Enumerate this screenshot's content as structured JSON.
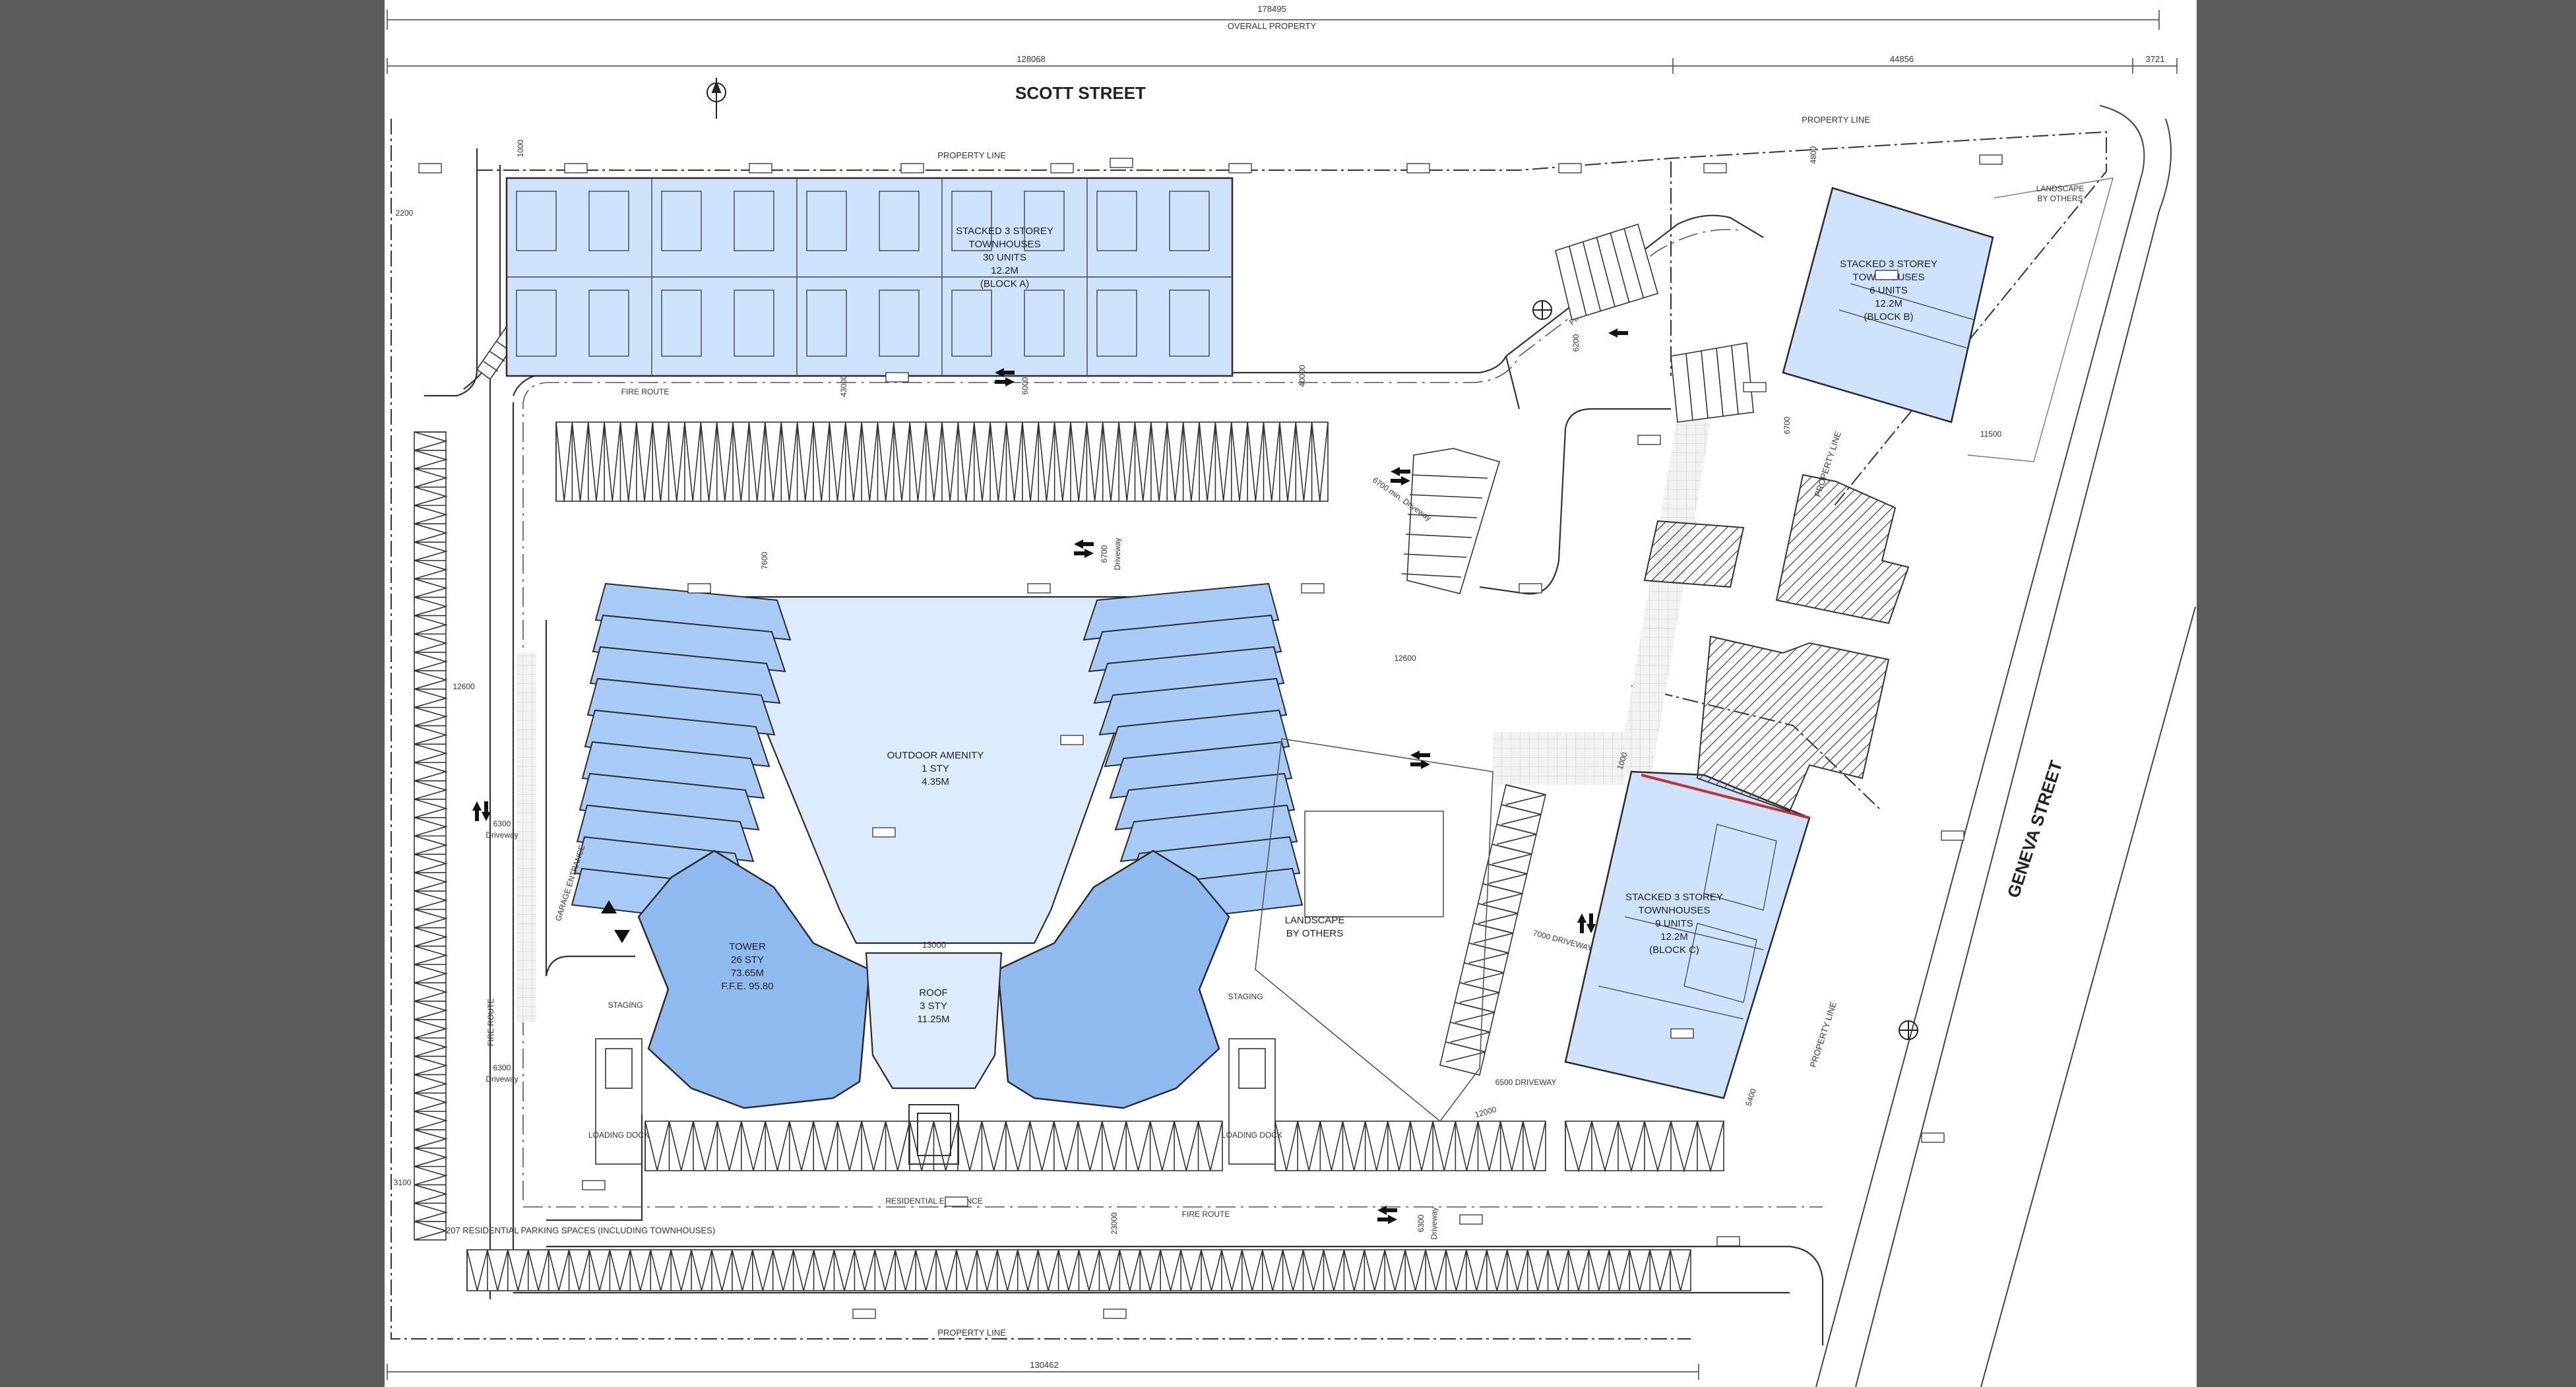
{
  "colors": {
    "background": "#5b5b5b",
    "sheet": "#ffffff",
    "townhouse_fill": "#cfe2fb",
    "tower_fill": "#8fbaf0",
    "amenity_fill": "#dcecfc",
    "line": "#2b2b2b",
    "hatch": "#444444"
  },
  "dimensions": {
    "overall_width": "178495",
    "overall_label": "OVERALL PROPERTY",
    "north_left": "128068",
    "north_right": "44856",
    "north_corner": "3721",
    "south_width": "130462",
    "offset_top": "1000",
    "offset_left": "2200",
    "offset_west": "12600",
    "offset_sw": "3100",
    "drive_block_a": "6000",
    "block_a_depth": "43000",
    "block_a_depth2": "40000",
    "west_aisle": "7600",
    "drive_mid": "6700",
    "drive_mid_label": "Driveway",
    "east_drive": "6700 min. Driveway",
    "east_aisle": "12600",
    "block_b_side": "4800",
    "block_b_gap": "6700",
    "block_b_east": "11500",
    "block_c_top": "1000",
    "block_c_drive": "7000 DRIVEWAY",
    "block_c_bottom": "6500 DRIVEWAY",
    "block_c_corner": "5400",
    "block_c_sw": "12000",
    "roof_width": "13000",
    "south_depth": "23000",
    "south_drive": "6300",
    "south_drive_label": "Driveway",
    "west_drive_1": "6300",
    "west_drive_1_label": "Driveway",
    "west_drive_2": "6300",
    "west_drive_2_label": "Driveway",
    "block_b_drive": "6200"
  },
  "streets": {
    "north": "SCOTT STREET",
    "east": "GENEVA STREET"
  },
  "labels": {
    "property_line": "PROPERTY LINE",
    "fire_route": "FIRE ROUTE",
    "fire_route_split": "FIRE ROUTE",
    "driveway": "Driveway",
    "staging": "STAGING",
    "loading": "LOADING DOCK",
    "garage_entrance": "GARAGE ENTRANCE",
    "residential_entrance": "RESIDENTIAL ENTRANCE",
    "parking_count": "207 RESIDENTIAL PARKING SPACES (INCLUDING TOWNHOUSES)"
  },
  "buildings": {
    "block_a": [
      "STACKED 3 STOREY",
      "TOWNHOUSES",
      "30 UNITS",
      "12.2M",
      "(BLOCK A)"
    ],
    "block_b": [
      "STACKED 3 STOREY",
      "TOWNHOUSES",
      "6 UNITS",
      "12.2M",
      "(BLOCK B)"
    ],
    "block_c": [
      "STACKED 3 STOREY",
      "TOWNHOUSES",
      "9 UNITS",
      "12.2M",
      "(BLOCK C)"
    ],
    "tower": [
      "TOWER",
      "26 STY",
      "73.65M",
      "F.F.E. 95.80"
    ],
    "roof": [
      "ROOF",
      "3 STY",
      "11.25M"
    ],
    "amenity": [
      "OUTDOOR AMENITY",
      "1 STY",
      "4.35M"
    ],
    "landscape_south": [
      "LANDSCAPE",
      "BY OTHERS"
    ],
    "landscape_ne": [
      "LANDSCAPE",
      "BY OTHERS"
    ]
  }
}
